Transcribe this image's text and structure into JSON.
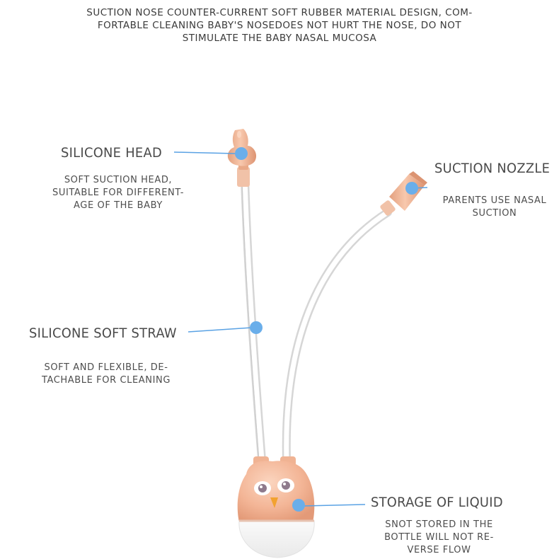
{
  "intro": {
    "lines": [
      "SUCTION NOSE COUNTER-CURRENT SOFT RUBBER MATERIAL DESIGN, COM-",
      "FORTABLE CLEANING BABY'S NOSEDOES NOT HURT THE NOSE, DO NOT",
      "STIMULATE THE BABY NASAL MUCOSA"
    ]
  },
  "callouts": {
    "silicone_head": {
      "title": "SILICONE HEAD",
      "lines": [
        "SOFT SUCTION HEAD,",
        "SUITABLE FOR DIFFERENT-",
        "AGE OF THE BABY"
      ]
    },
    "suction_nozzle": {
      "title": "SUCTION NOZZLE",
      "lines": [
        "PARENTS USE NASAL",
        "SUCTION"
      ]
    },
    "silicone_soft_straw": {
      "title": "SILICONE SOFT STRAW",
      "lines": [
        "SOFT AND FLEXIBLE, DE-",
        "TACHABLE FOR CLEANING"
      ]
    },
    "storage_of_liquid": {
      "title": "STORAGE OF LIQUID",
      "lines": [
        "SNOT STORED IN THE",
        "BOTTLE WILL NOT RE-",
        "VERSE FLOW"
      ]
    }
  },
  "colors": {
    "marker": "#6aaeea",
    "leader_line": "#5aa2e4",
    "silicone": "#f2b89a",
    "silicone_shade": "#dc9574",
    "tube": "#d8d8d8",
    "bottle": "#f3f3f3"
  }
}
